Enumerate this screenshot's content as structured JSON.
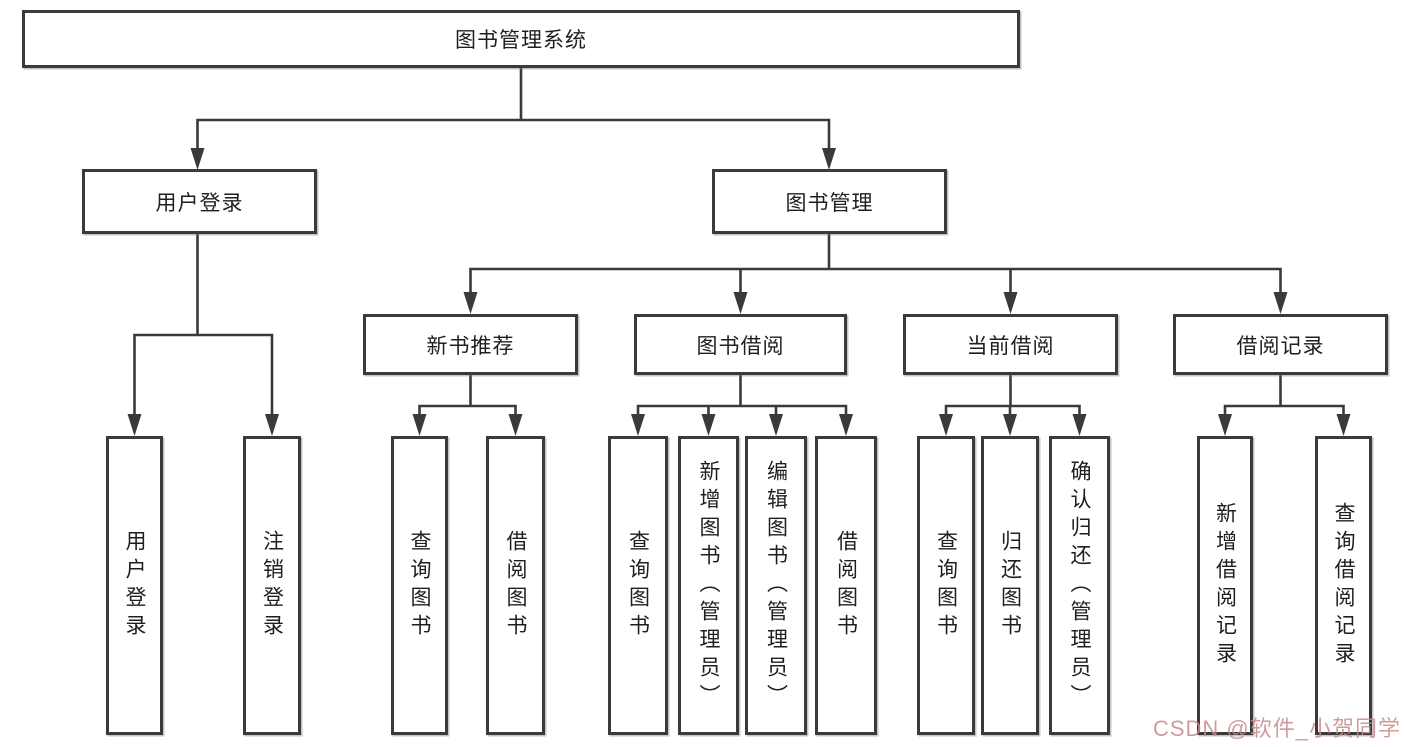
{
  "tree": {
    "label": "图书管理系统",
    "children": [
      {
        "label": "用户登录",
        "children": [
          {
            "label": "用户登录"
          },
          {
            "label": "注销登录"
          }
        ]
      },
      {
        "label": "图书管理",
        "children": [
          {
            "label": "新书推荐",
            "children": [
              {
                "label": "查询图书"
              },
              {
                "label": "借阅图书"
              }
            ]
          },
          {
            "label": "图书借阅",
            "children": [
              {
                "label": "查询图书"
              },
              {
                "label": "新增图书（管理员）"
              },
              {
                "label": "编辑图书（管理员）"
              },
              {
                "label": "借阅图书"
              }
            ]
          },
          {
            "label": "当前借阅",
            "children": [
              {
                "label": "查询图书"
              },
              {
                "label": "归还图书"
              },
              {
                "label": "确认归还（管理员）"
              }
            ]
          },
          {
            "label": "借阅记录",
            "children": [
              {
                "label": "新增借阅记录"
              },
              {
                "label": "查询借阅记录"
              }
            ]
          }
        ]
      }
    ]
  },
  "watermark": {
    "text": "CSDN @软件_小贺同学"
  },
  "colors": {
    "line": "#3a3a3a",
    "box_border": "#3a3a3a",
    "box_fill": "#ffffff",
    "text": "#1f1f1f",
    "watermark": "#cb8a8a",
    "background": "#ffffff"
  }
}
